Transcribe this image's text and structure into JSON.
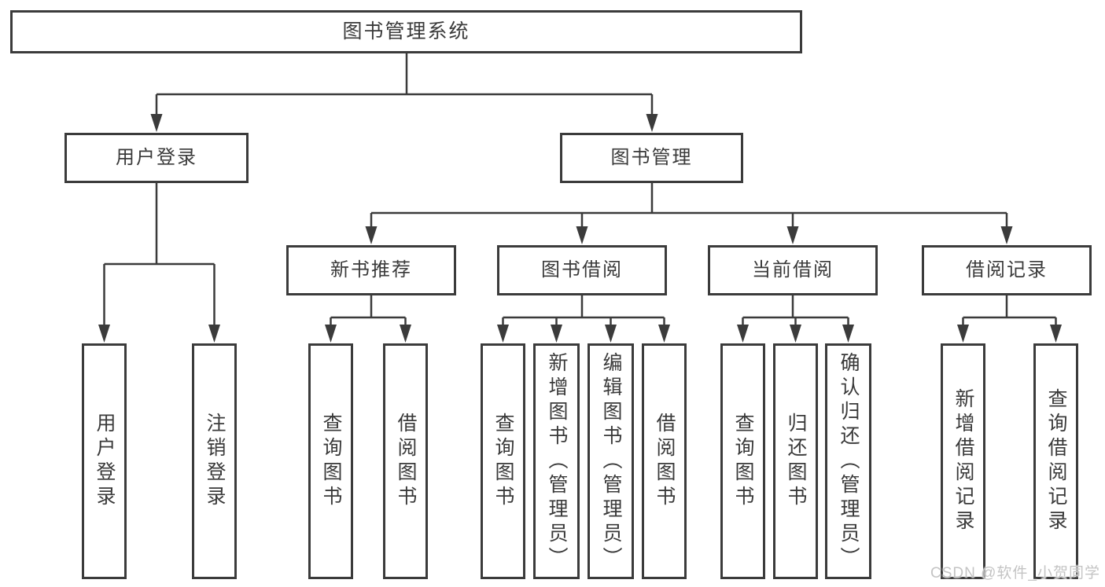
{
  "colors": {
    "line": "#3b3b3b",
    "box_border": "#3b3b3b",
    "text": "#3a3a3a",
    "watermark": "#c4c4c4",
    "background": "#ffffff"
  },
  "watermark": "CSDN @软件_小贺同学",
  "tree": {
    "label": "图书管理系统",
    "children": [
      {
        "label": "用户登录",
        "children": [
          {
            "label": "用户登录"
          },
          {
            "label": "注销登录"
          }
        ]
      },
      {
        "label": "图书管理",
        "children": [
          {
            "label": "新书推荐",
            "children": [
              {
                "label": "查询图书"
              },
              {
                "label": "借阅图书"
              }
            ]
          },
          {
            "label": "图书借阅",
            "children": [
              {
                "label": "查询图书"
              },
              {
                "label": "新增图书（管理员）"
              },
              {
                "label": "编辑图书（管理员）"
              },
              {
                "label": "借阅图书"
              }
            ]
          },
          {
            "label": "当前借阅",
            "children": [
              {
                "label": "查询图书"
              },
              {
                "label": "归还图书"
              },
              {
                "label": "确认归还（管理员）"
              }
            ]
          },
          {
            "label": "借阅记录",
            "children": [
              {
                "label": "新增借阅记录"
              },
              {
                "label": "查询借阅记录"
              }
            ]
          }
        ]
      }
    ]
  }
}
